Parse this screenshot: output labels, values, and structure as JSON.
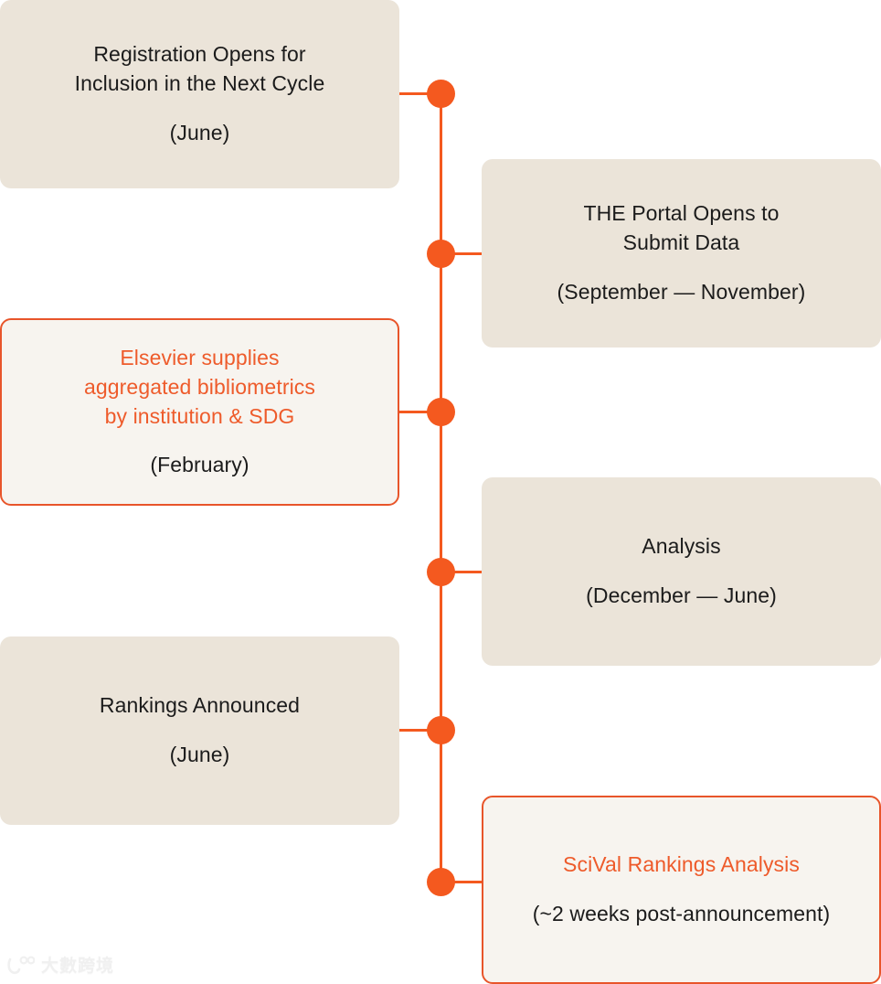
{
  "diagram": {
    "type": "vertical-timeline",
    "accent_color": "#F4591F",
    "card_fill_color": "#EBE4D9",
    "card_outline_fill_color": "#F7F4EF",
    "card_outline_border_color": "#E8552A",
    "background_color": "#FFFFFF",
    "events": [
      {
        "id": "registration-opens",
        "side": "left",
        "style": "fill",
        "title": "Registration Opens for\nInclusion in the Next Cycle",
        "period": "(June)"
      },
      {
        "id": "the-portal-opens",
        "side": "right",
        "style": "fill",
        "title": "THE Portal Opens to\nSubmit Data",
        "period": "(September — November)"
      },
      {
        "id": "elsevier-supplies-bibliometrics",
        "side": "left",
        "style": "outline",
        "title": "Elsevier supplies\naggregated bibliometrics\nby institution & SDG",
        "period": "(February)"
      },
      {
        "id": "analysis",
        "side": "right",
        "style": "fill",
        "title": "Analysis",
        "period": "(December — June)"
      },
      {
        "id": "rankings-announced",
        "side": "left",
        "style": "fill",
        "title": "Rankings Announced",
        "period": "(June)"
      },
      {
        "id": "scival-rankings-analysis",
        "side": "right",
        "style": "outline",
        "title": "SciVal Rankings Analysis",
        "period": "(~2 weeks post-announcement)"
      }
    ]
  },
  "watermark": {
    "text": "大數跨境"
  }
}
